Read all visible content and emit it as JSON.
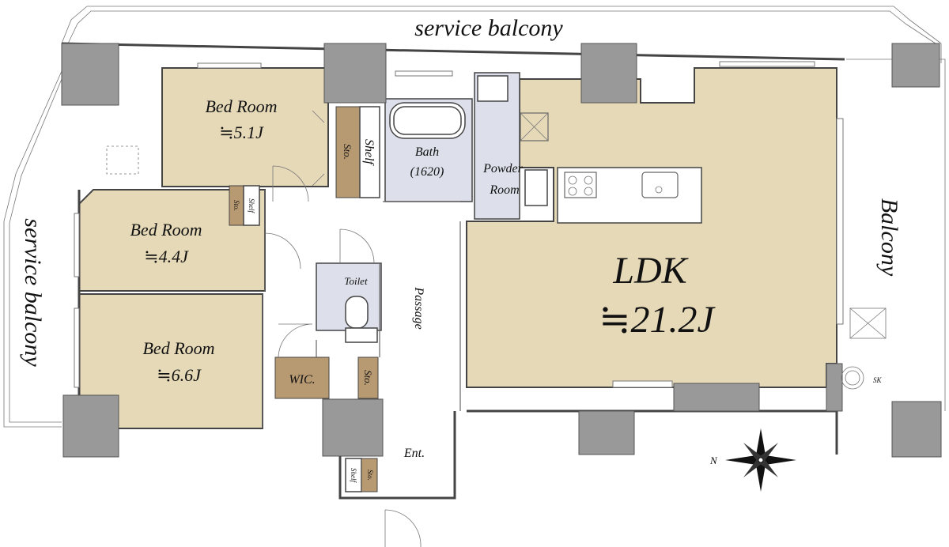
{
  "labels": {
    "service_balcony_top": "service balcony",
    "service_balcony_left": "service balcony",
    "balcony": "Balcony",
    "bedroom1_name": "Bed Room",
    "bedroom1_size": "≒5.1J",
    "bedroom2_name": "Bed Room",
    "bedroom2_size": "≒4.4J",
    "bedroom3_name": "Bed Room",
    "bedroom3_size": "≒6.6J",
    "ldk_name": "LDK",
    "ldk_size": "≒21.2J",
    "bath_name": "Bath",
    "bath_size": "(1620)",
    "powder_line1": "Powder",
    "powder_line2": "Room",
    "toilet": "Toilet",
    "passage": "Passage",
    "entrance": "Ent.",
    "wic": "WIC.",
    "sto_bed1": "Sto.",
    "shelf_bed1": "Shelf",
    "sto_bed2": "Sto.",
    "shelf_bed2": "Shelf",
    "sto_passage": "Sto.",
    "sto_ent": "Sto.",
    "shelf_ent": "Shelf",
    "sk": "SK",
    "compass_n": "N"
  },
  "colors": {
    "room_fill": "#e6d9b8",
    "wet_fill": "#dde0ea",
    "storage_fill": "#b89a72",
    "wall": "#8c8c8c"
  }
}
